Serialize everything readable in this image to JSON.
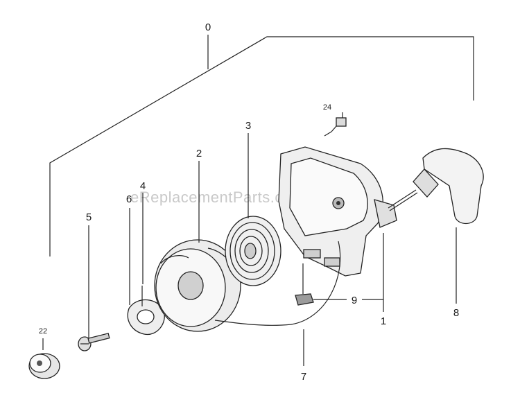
{
  "watermark": "eReplacementParts.com",
  "callouts": {
    "c0": "0",
    "c1": "1",
    "c2": "2",
    "c3": "3",
    "c4": "4",
    "c5": "5",
    "c6": "6",
    "c7": "7",
    "c8": "8",
    "c9": "9",
    "c22": "22",
    "c24": "24"
  },
  "colors": {
    "line": "#222222",
    "part_fill": "#f2f2f2",
    "part_shade": "#bdbdbd",
    "watermark": "#c9c9c9"
  }
}
